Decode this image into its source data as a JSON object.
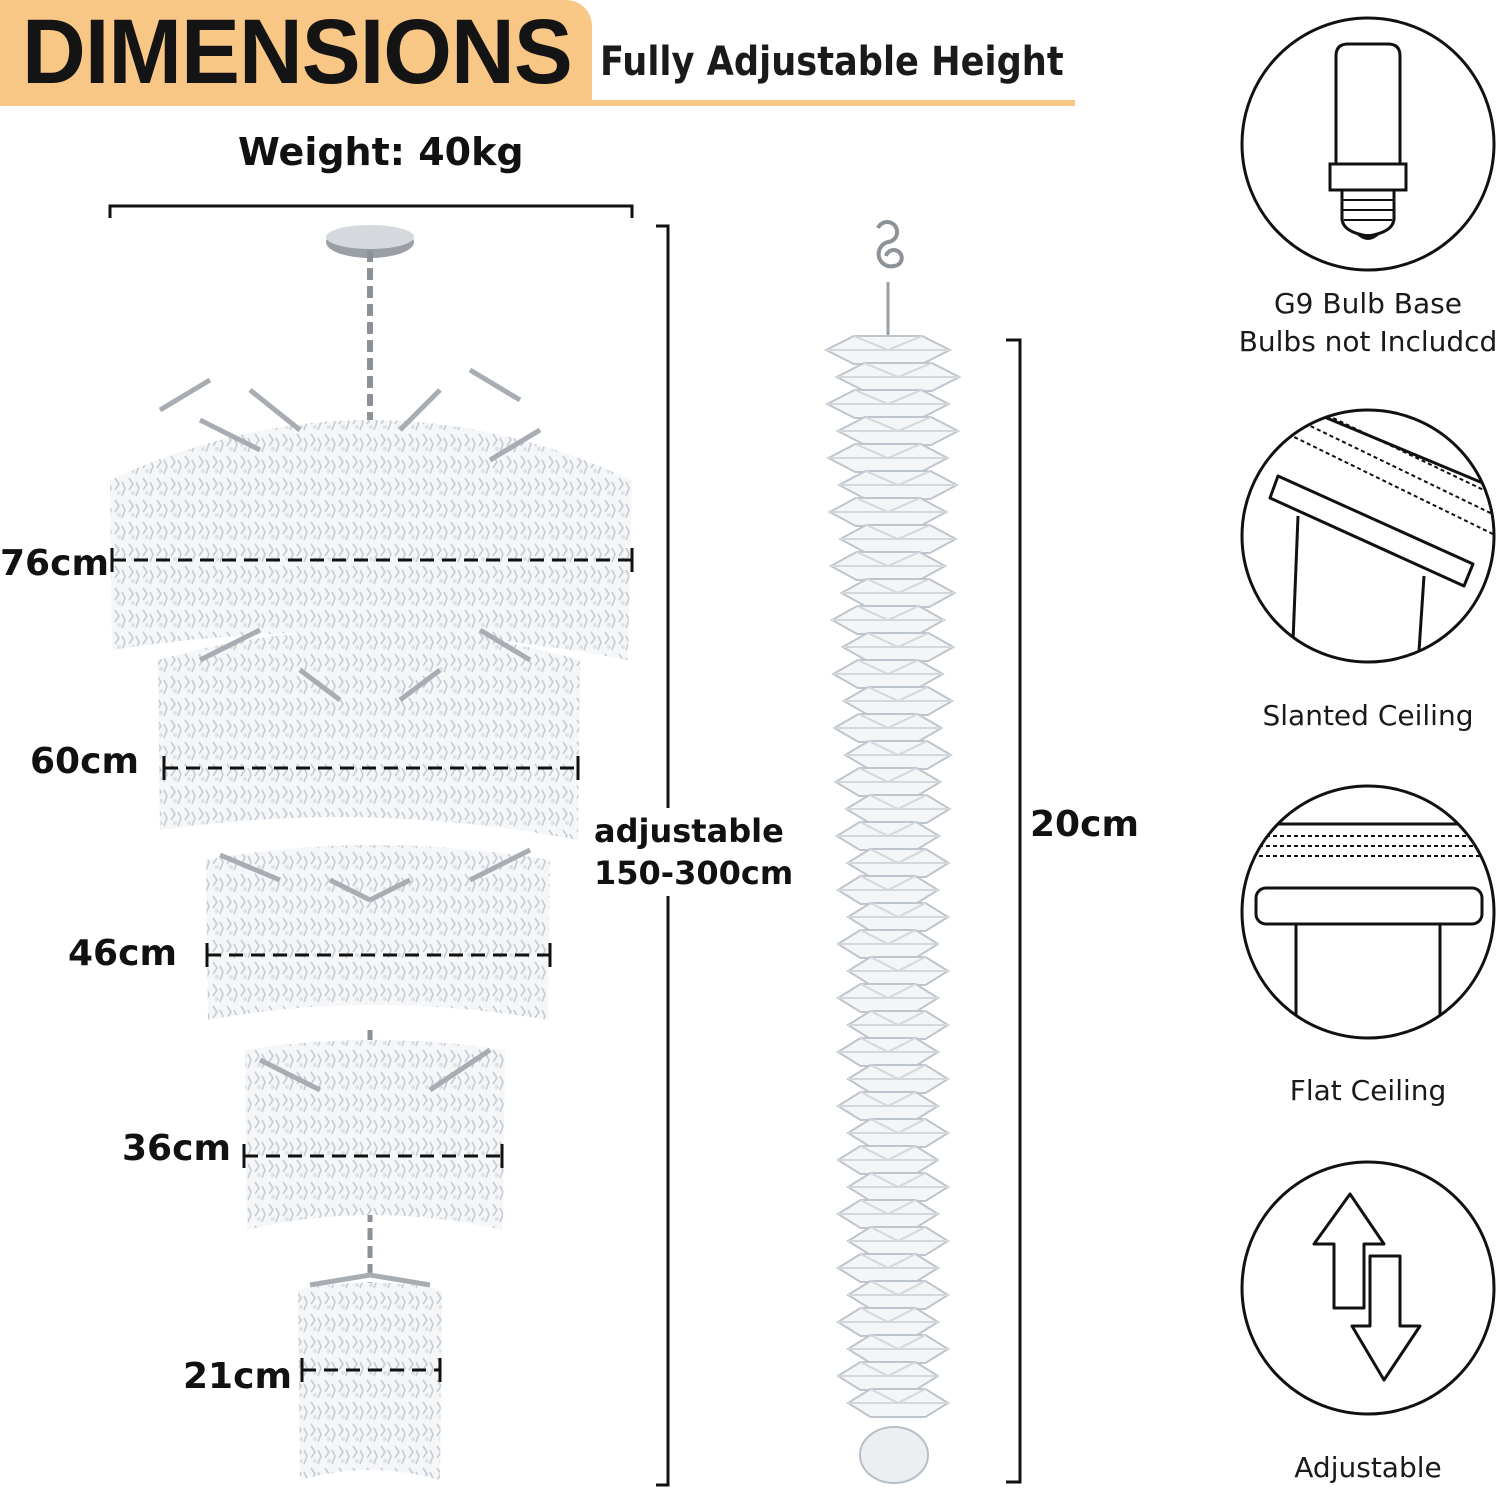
{
  "header": {
    "title": "DIMENSIONS",
    "subtitle": "Fully Adjustable Height",
    "accent_color": "#f8c785"
  },
  "chandelier": {
    "weight": "Weight: 40kg",
    "tiers": [
      {
        "label": "76cm"
      },
      {
        "label": "60cm"
      },
      {
        "label": "46cm"
      },
      {
        "label": "36cm"
      },
      {
        "label": "21cm"
      }
    ],
    "height_line1": "adjustable",
    "height_line2": "150-300cm"
  },
  "crystal_strand": {
    "length": "20cm"
  },
  "features": [
    {
      "icon": "g9-bulb-icon",
      "line1": "G9 Bulb Base",
      "line2": "Bulbs not Includcd"
    },
    {
      "icon": "slanted-ceiling-icon",
      "line1": "Slanted Ceiling"
    },
    {
      "icon": "flat-ceiling-icon",
      "line1": "Flat Ceiling"
    },
    {
      "icon": "adjustable-arrows-icon",
      "line1": "Adjustable"
    }
  ]
}
